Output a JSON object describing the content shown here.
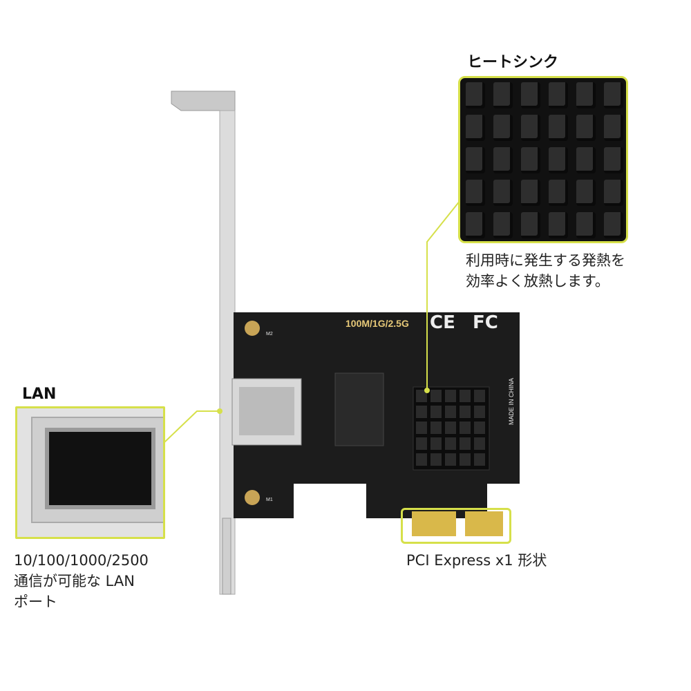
{
  "colors": {
    "accent": "#d6e04a",
    "pcb": "#1c1c1c",
    "gold": "#d9b84a"
  },
  "heatsink": {
    "title": "ヒートシンク",
    "desc_line1": "利用時に発生する発熱を",
    "desc_line2": "効率よく放熱します。"
  },
  "lan": {
    "title": "LAN",
    "desc_line1": "10/100/1000/2500",
    "desc_line2": "通信が可能な LAN",
    "desc_line3": "ポート"
  },
  "pci": {
    "desc": "PCI Express x1 形状"
  },
  "pcb": {
    "speed": "100M/1G/2.5G",
    "ce": "CE",
    "fc": "FC",
    "made_in": "MADE IN CHINA",
    "m1": "M1",
    "m2": "M2"
  }
}
